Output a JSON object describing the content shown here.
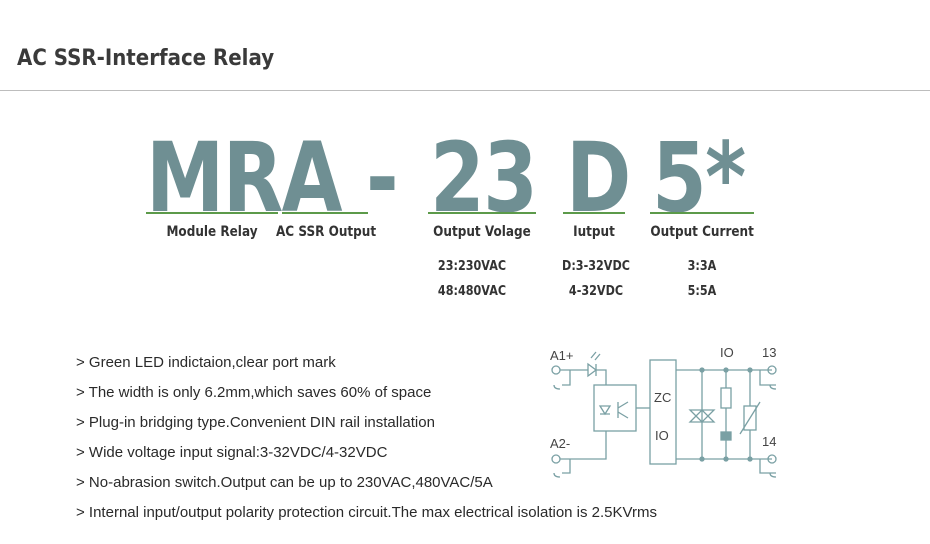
{
  "header": {
    "title": "AC SSR-Interface Relay"
  },
  "model": {
    "mra": "MRA",
    "dash": "-",
    "voltage": "23",
    "input": "D",
    "current": "5*"
  },
  "labels": {
    "module_relay": "Module Relay",
    "ac_ssr_output": "AC SSR Output",
    "output_voltage": "Output Volage",
    "input": "Iutput",
    "output_current": "Output Current"
  },
  "values": {
    "voltage": [
      "23:230VAC",
      "48:480VAC"
    ],
    "input": [
      "D:3-32VDC",
      "4-32VDC"
    ],
    "current": [
      "3:3A",
      "5:5A"
    ]
  },
  "features": [
    "> Green LED indictaion,clear port mark",
    "> The width is only 6.2mm,which saves 60% of space",
    "> Plug-in bridging type.Convenient DIN rail installation",
    "> Wide voltage input signal:3-32VDC/4-32VDC",
    "> No-abrasion switch.Output can be up to 230VAC,480VAC/5A",
    "> Internal input/output polarity protection circuit.The max electrical isolation is 2.5KVrms"
  ],
  "diagram": {
    "a1": "A1+",
    "a2": "A2-",
    "zc": "ZC",
    "io_inner": "IO",
    "io_top": "IO",
    "t13": "13",
    "t14": "14"
  },
  "colors": {
    "accent": "#6f8f93",
    "underline": "#5c9a4a",
    "circuit": "#7aa0a4"
  }
}
